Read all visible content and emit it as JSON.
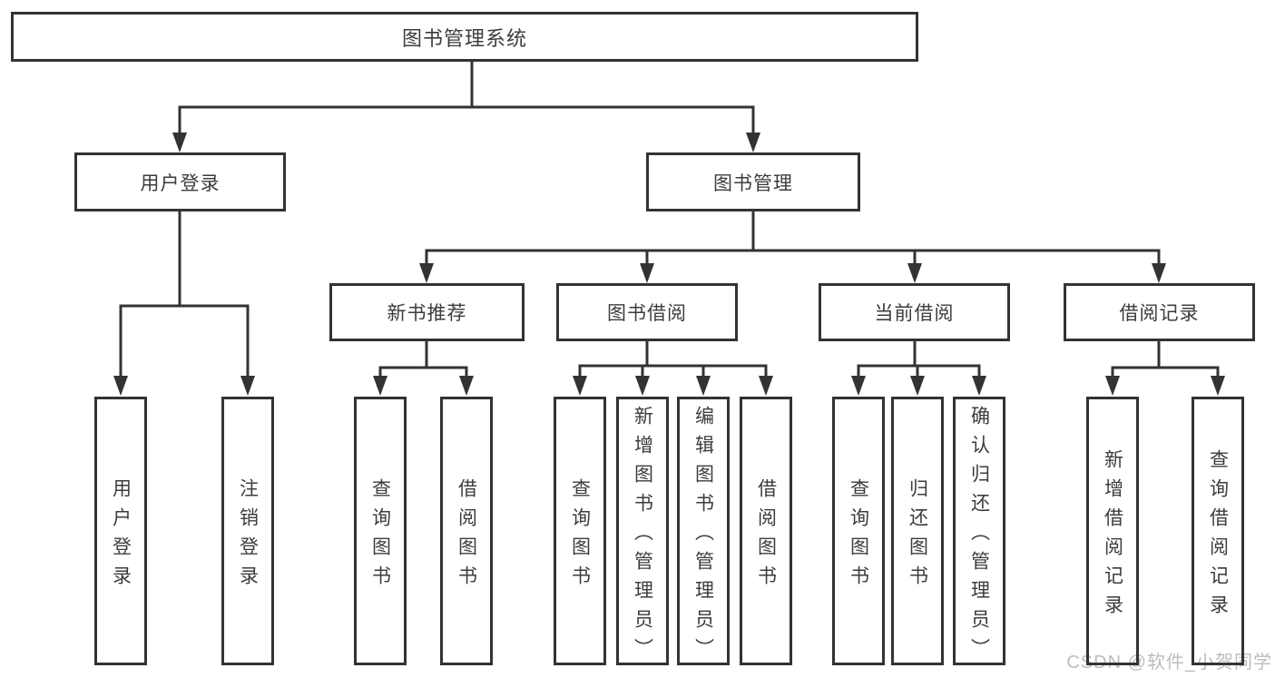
{
  "tree": {
    "label": "图书管理系统",
    "children": [
      {
        "label": "用户登录",
        "children": [
          {
            "label": "用户登录"
          },
          {
            "label": "注销登录"
          }
        ]
      },
      {
        "label": "图书管理",
        "children": [
          {
            "label": "新书推荐",
            "children": [
              {
                "label": "查询图书"
              },
              {
                "label": "借阅图书"
              }
            ]
          },
          {
            "label": "图书借阅",
            "children": [
              {
                "label": "查询图书"
              },
              {
                "label": "新增图书（管理员）"
              },
              {
                "label": "编辑图书（管理员）"
              },
              {
                "label": "借阅图书"
              }
            ]
          },
          {
            "label": "当前借阅",
            "children": [
              {
                "label": "查询图书"
              },
              {
                "label": "归还图书"
              },
              {
                "label": "确认归还（管理员）"
              }
            ]
          },
          {
            "label": "借阅记录",
            "children": [
              {
                "label": "新增借阅记录"
              },
              {
                "label": "查询借阅记录"
              }
            ]
          }
        ]
      }
    ]
  },
  "watermark": {
    "text": "CSDN @软件_小贺同学"
  },
  "colors": {
    "line": "#333333",
    "box_border": "#333333",
    "box_background": "#ffffff",
    "text": "#3c3c3c",
    "watermark": "#b9bdc2",
    "background": "#ffffff"
  }
}
